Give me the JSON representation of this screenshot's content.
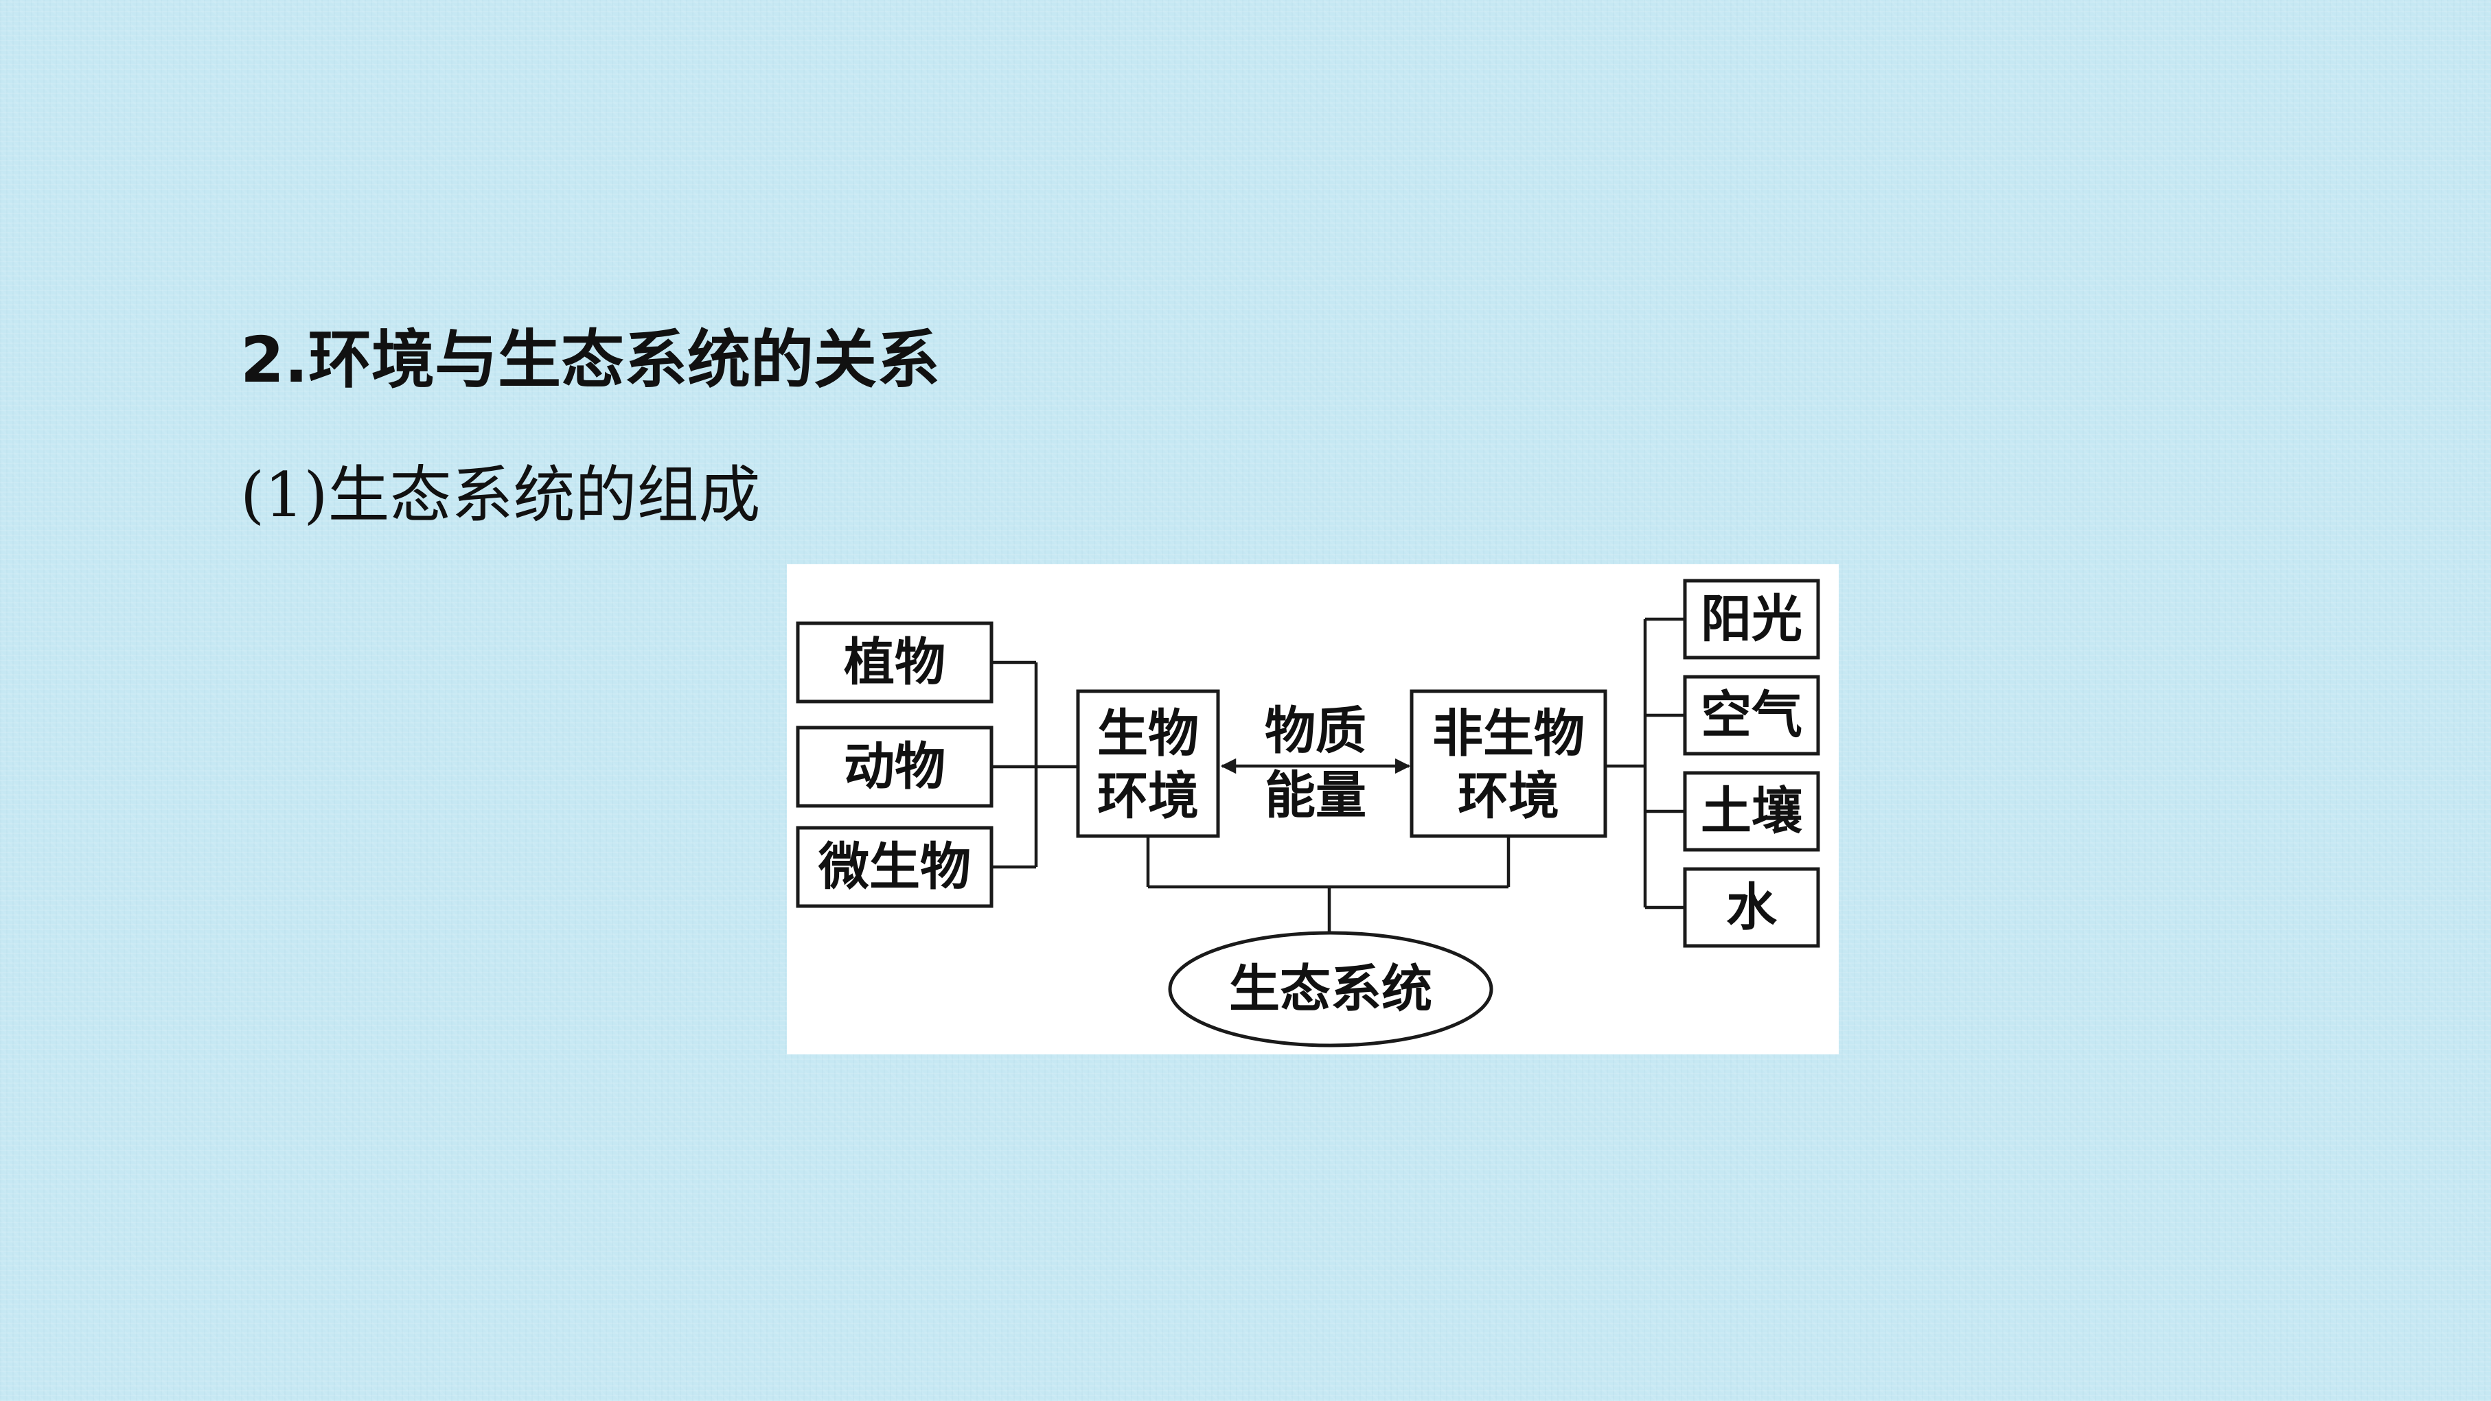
{
  "slide": {
    "title": "2.环境与生态系统的关系",
    "subtitle": "(1)生态系统的组成"
  },
  "diagram": {
    "organisms": [
      "植物",
      "动物",
      "微生物"
    ],
    "biotic": {
      "line1": "生物",
      "line2": "环境"
    },
    "exchange": {
      "line1": "物质",
      "line2": "能量"
    },
    "abiotic": {
      "line1": "非生物",
      "line2": "环境"
    },
    "abiotic_factors": [
      "阳光",
      "空气",
      "土壤",
      "水"
    ],
    "ecosystem": "生态系统"
  }
}
